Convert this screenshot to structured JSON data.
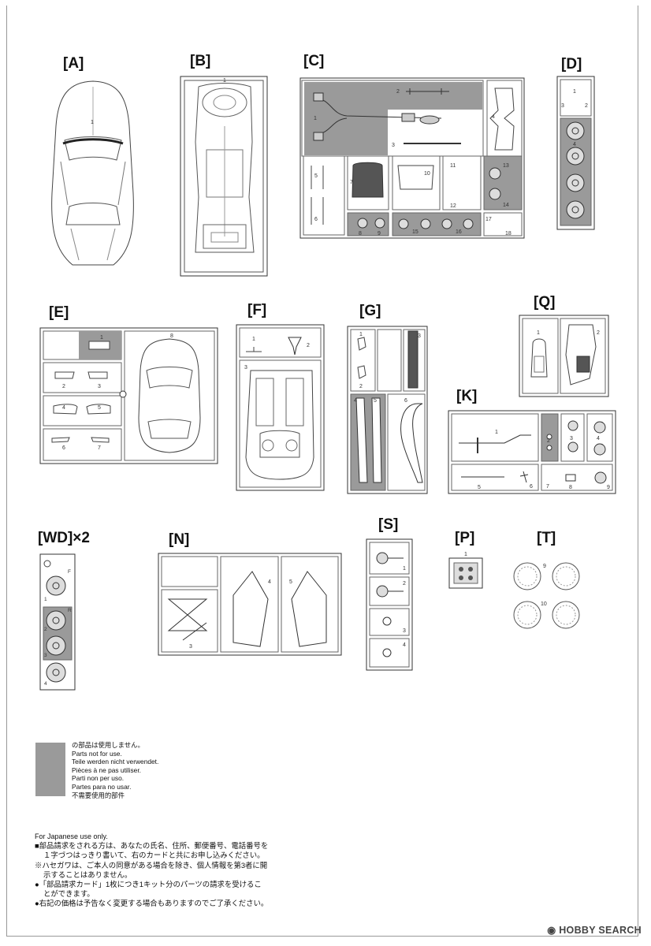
{
  "sections": {
    "A": "[A]",
    "B": "[B]",
    "C": "[C]",
    "D": "[D]",
    "E": "[E]",
    "F": "[F]",
    "G": "[G]",
    "Q": "[Q]",
    "K": "[K]",
    "WD": "[WD]×2",
    "N": "[N]",
    "S": "[S]",
    "P": "[P]",
    "T": "[T]"
  },
  "legend": {
    "unused_color": "#9a9a9a",
    "lines": [
      "の部品は使用しません。",
      "Parts not for use.",
      "Teile werden nicht verwendet.",
      "Pièces à ne pas utiliser.",
      "Parti non per uso.",
      "Partes para no usar.",
      "不需要使用的部件"
    ]
  },
  "notes": {
    "header": "For Japanese use only.",
    "lines": [
      "■部品請求をされる方は、あなたの氏名、住所、郵便番号、電話番号を",
      "１字づつはっきり書いて、右のカードと共にお申し込みください。",
      "※ハセガワは、ご本人の同意がある場合を除き、個人情報を第3者に開",
      "示することはありません。",
      "●「部品請求カード」1枚につき1キット分のパーツの請求を受けるこ",
      "とができます。",
      "●右記の価格は予告なく変更する場合もありますのでご了承ください。"
    ]
  },
  "watermark": "HOBBY SEARCH",
  "parts": {
    "A": [
      "1"
    ],
    "B": [
      "1"
    ],
    "C": [
      "1",
      "2",
      "3",
      "4",
      "5",
      "6",
      "7",
      "8",
      "9",
      "10",
      "11",
      "12",
      "13",
      "14",
      "15",
      "16",
      "17",
      "18"
    ],
    "D": [
      "1",
      "2",
      "3",
      "4"
    ],
    "E": [
      "1",
      "2",
      "3",
      "4",
      "5",
      "6",
      "7",
      "8"
    ],
    "F": [
      "1",
      "2",
      "3"
    ],
    "G": [
      "1",
      "2",
      "3",
      "4",
      "5",
      "6"
    ],
    "Q": [
      "1",
      "2"
    ],
    "K": [
      "1",
      "2",
      "3",
      "4",
      "5",
      "6",
      "7",
      "8",
      "9"
    ],
    "WD": [
      "1",
      "2",
      "3",
      "4",
      "F",
      "R"
    ],
    "N": [
      "3",
      "4",
      "5"
    ],
    "S": [
      "1",
      "2",
      "3",
      "4"
    ],
    "P": [
      "1"
    ],
    "T": [
      "9",
      "10"
    ]
  }
}
